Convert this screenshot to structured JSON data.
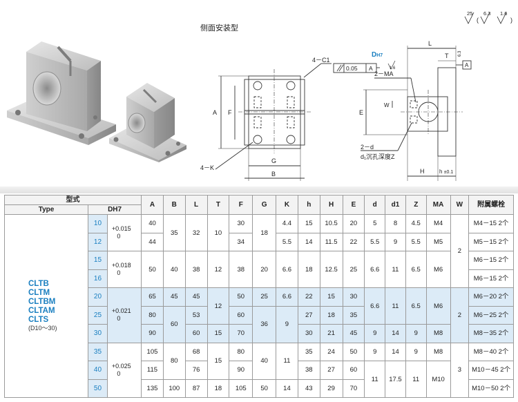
{
  "drawing": {
    "title": "侧面安装型",
    "roughness": [
      "25",
      "6.3",
      "1.6"
    ],
    "chamfer": "4－C1",
    "k_label": "4－K",
    "dim_A": "A",
    "dim_F": "F",
    "dim_G": "G",
    "dim_B": "B",
    "dim_L": "L",
    "dim_T": "T",
    "dim_E": "E",
    "dim_W": "W",
    "dim_H": "H",
    "dim_h": "h",
    "h_tol": "±0.1",
    "dh7": "DH7",
    "dh7_main": "D",
    "dh7_sub": "H7",
    "parallel_value": "0.05",
    "datum": "A",
    "rough_small": "1.6",
    "angle_small": "6.3",
    "ma_label": "2－MA",
    "d_label": "2－d",
    "counterbore": "d₁沉孔深度Z"
  },
  "table": {
    "header": {
      "model": "型式",
      "type": "Type",
      "dh7": "DH7",
      "cols": [
        "A",
        "B",
        "L",
        "T",
        "F",
        "G",
        "K",
        "h",
        "H",
        "E",
        "d",
        "d1",
        "Z",
        "MA",
        "W"
      ],
      "bolt": "附属螺栓"
    },
    "types": [
      "CLTB",
      "CLTM",
      "CLTBM",
      "CLTAM",
      "CLTS"
    ],
    "range": "(D10～30)",
    "tol": [
      {
        "up": "+0.015",
        "low": "0"
      },
      {
        "up": "+0.018",
        "low": "0"
      },
      {
        "up": "+0.021",
        "low": "0"
      },
      {
        "up": "+0.025",
        "low": "0"
      }
    ],
    "rows": [
      {
        "D": "10",
        "A": "40",
        "B": "35",
        "L": "32",
        "T": "10",
        "F": "30",
        "G": "18",
        "K": "4.4",
        "h": "15",
        "H": "10.5",
        "E": "20",
        "d": "5",
        "d1": "8",
        "Z": "4.5",
        "MA": "M4",
        "W": "2",
        "bolt": "M4－15 2个"
      },
      {
        "D": "12",
        "A": "44",
        "F": "34",
        "K": "5.5",
        "h": "14",
        "H": "11.5",
        "E": "22",
        "d": "5.5",
        "d1": "9",
        "Z": "5.5",
        "MA": "M5",
        "bolt": "M5－15 2个"
      },
      {
        "D": "15",
        "A": "50",
        "B": "40",
        "L": "38",
        "T": "12",
        "F": "38",
        "G": "20",
        "K": "6.6",
        "h": "18",
        "H": "12.5",
        "E": "25",
        "d": "6.6",
        "d1": "11",
        "Z": "6.5",
        "MA": "M6",
        "bolt": "M6－15 2个"
      },
      {
        "D": "16",
        "bolt": "M6－15 2个"
      },
      {
        "D": "20",
        "A": "65",
        "B": "45",
        "L": "45",
        "T": "12",
        "F": "50",
        "G": "25",
        "K": "6.6",
        "h": "22",
        "H": "15",
        "E": "30",
        "d": "6.6",
        "d1": "11",
        "Z": "6.5",
        "MA": "M6",
        "W": "2",
        "bolt": "M6－20 2个"
      },
      {
        "D": "25",
        "A": "80",
        "B": "60",
        "L": "53",
        "F": "60",
        "G": "36",
        "K": "9",
        "h": "27",
        "H": "18",
        "E": "35",
        "bolt": "M6－25 2个"
      },
      {
        "D": "30",
        "A": "90",
        "L": "60",
        "T": "15",
        "F": "70",
        "h": "30",
        "H": "21",
        "E": "45",
        "d": "9",
        "d1": "14",
        "Z": "9",
        "MA": "M8",
        "bolt": "M8－35 2个"
      },
      {
        "D": "35",
        "A": "105",
        "B": "80",
        "L": "68",
        "T": "15",
        "F": "80",
        "G": "40",
        "K": "11",
        "h": "35",
        "H": "24",
        "E": "50",
        "d": "9",
        "d1": "14",
        "Z": "9",
        "MA": "M8",
        "W": "3",
        "bolt": "M8－40 2个"
      },
      {
        "D": "40",
        "A": "115",
        "L": "76",
        "F": "90",
        "h": "38",
        "H": "27",
        "E": "60",
        "d": "11",
        "d1": "17.5",
        "Z": "11",
        "MA": "M10",
        "bolt": "M10－45 2个"
      },
      {
        "D": "50",
        "A": "135",
        "B": "100",
        "L": "87",
        "T": "18",
        "F": "105",
        "G": "50",
        "K": "14",
        "h": "43",
        "H": "29",
        "E": "70",
        "bolt": "M10－50 2个"
      }
    ]
  }
}
